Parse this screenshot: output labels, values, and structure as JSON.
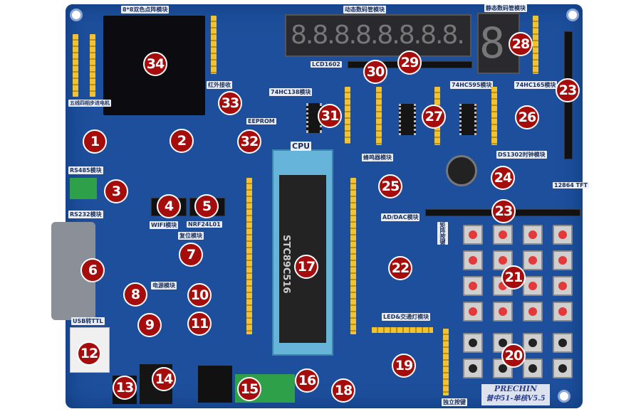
{
  "labels": {
    "dot_matrix": "8*8双色点阵模块",
    "dynamic_7seg": "动态数码管模块",
    "static_7seg": "静态数码管模块",
    "stepper": "五线四相步进电机",
    "ir": "红外接收",
    "eeprom": "EEPROM",
    "hc138": "74HC138模块",
    "hc595": "74HC595模块",
    "hc165": "74HC165模块",
    "lcd1602": "LCD1602",
    "ds1302": "DS1302时钟模块",
    "buzzer": "蜂鸣器模块",
    "rs485": "RS485模块",
    "rs232": "RS232模块",
    "cpu": "CPU",
    "adda": "AD/DAC模块",
    "reset": "复位模块",
    "power": "电源模块",
    "usb_ttl": "USB转TTL",
    "wifi": "WIFI模块",
    "nrf": "NRF24L01",
    "tft": "12864 TFT",
    "matrix_keys": "矩阵按键",
    "led": "LED&交通灯模块",
    "keys": "独立按键",
    "brand": "PRECHIN",
    "model": "普中51-单核V5.5",
    "mcu": "STC89C516"
  },
  "segments": {
    "dynamic": "8.8.8.8.8.8.8.8.",
    "static": "8"
  },
  "callouts": [
    "1",
    "2",
    "3",
    "4",
    "5",
    "6",
    "7",
    "8",
    "9",
    "10",
    "11",
    "12",
    "13",
    "14",
    "15",
    "16",
    "17",
    "18",
    "19",
    "20",
    "21",
    "22",
    "23",
    "23",
    "24",
    "25",
    "26",
    "27",
    "28",
    "29",
    "30",
    "31",
    "32",
    "33",
    "34"
  ],
  "colors": {
    "board": "#1d4f9c",
    "callout": "#a50d0d",
    "key_red": "#e23a3a"
  }
}
